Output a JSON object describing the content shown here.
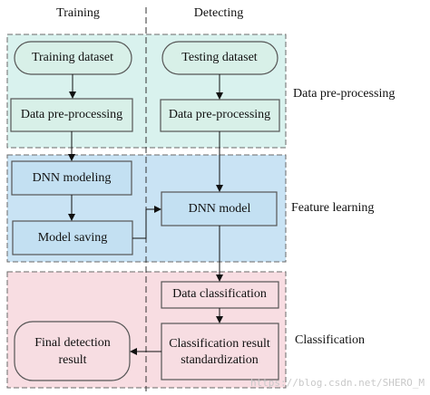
{
  "columns": {
    "training": "Training",
    "detecting": "Detecting"
  },
  "sections": {
    "preprocessing": "Data pre-processing",
    "feature": "Feature  learning",
    "classification": "Classification"
  },
  "boxes": {
    "training_dataset": "Training dataset",
    "testing_dataset": "Testing dataset",
    "train_preprocess": "Data pre-processing",
    "test_preprocess": "Data pre-processing",
    "dnn_modeling": "DNN modeling",
    "model_saving": "Model saving",
    "dnn_model": "DNN model",
    "data_classification": "Data classification",
    "classification_result_line1": "Classification result",
    "classification_result_line2": "standardization",
    "final_detection_line1": "Final detection",
    "final_detection_line2": "result"
  },
  "watermark": "https://blog.csdn.net/SHERO_M",
  "colors": {
    "preprocessing_bg": "#d9f2ee",
    "feature_bg": "#c9e3f4",
    "classification_bg": "#f8dde2",
    "box_fill_green": "#d8f0e8",
    "box_fill_blue": "#c3e0f2",
    "box_fill_pink": "#f7dde2",
    "border": "#555555"
  }
}
